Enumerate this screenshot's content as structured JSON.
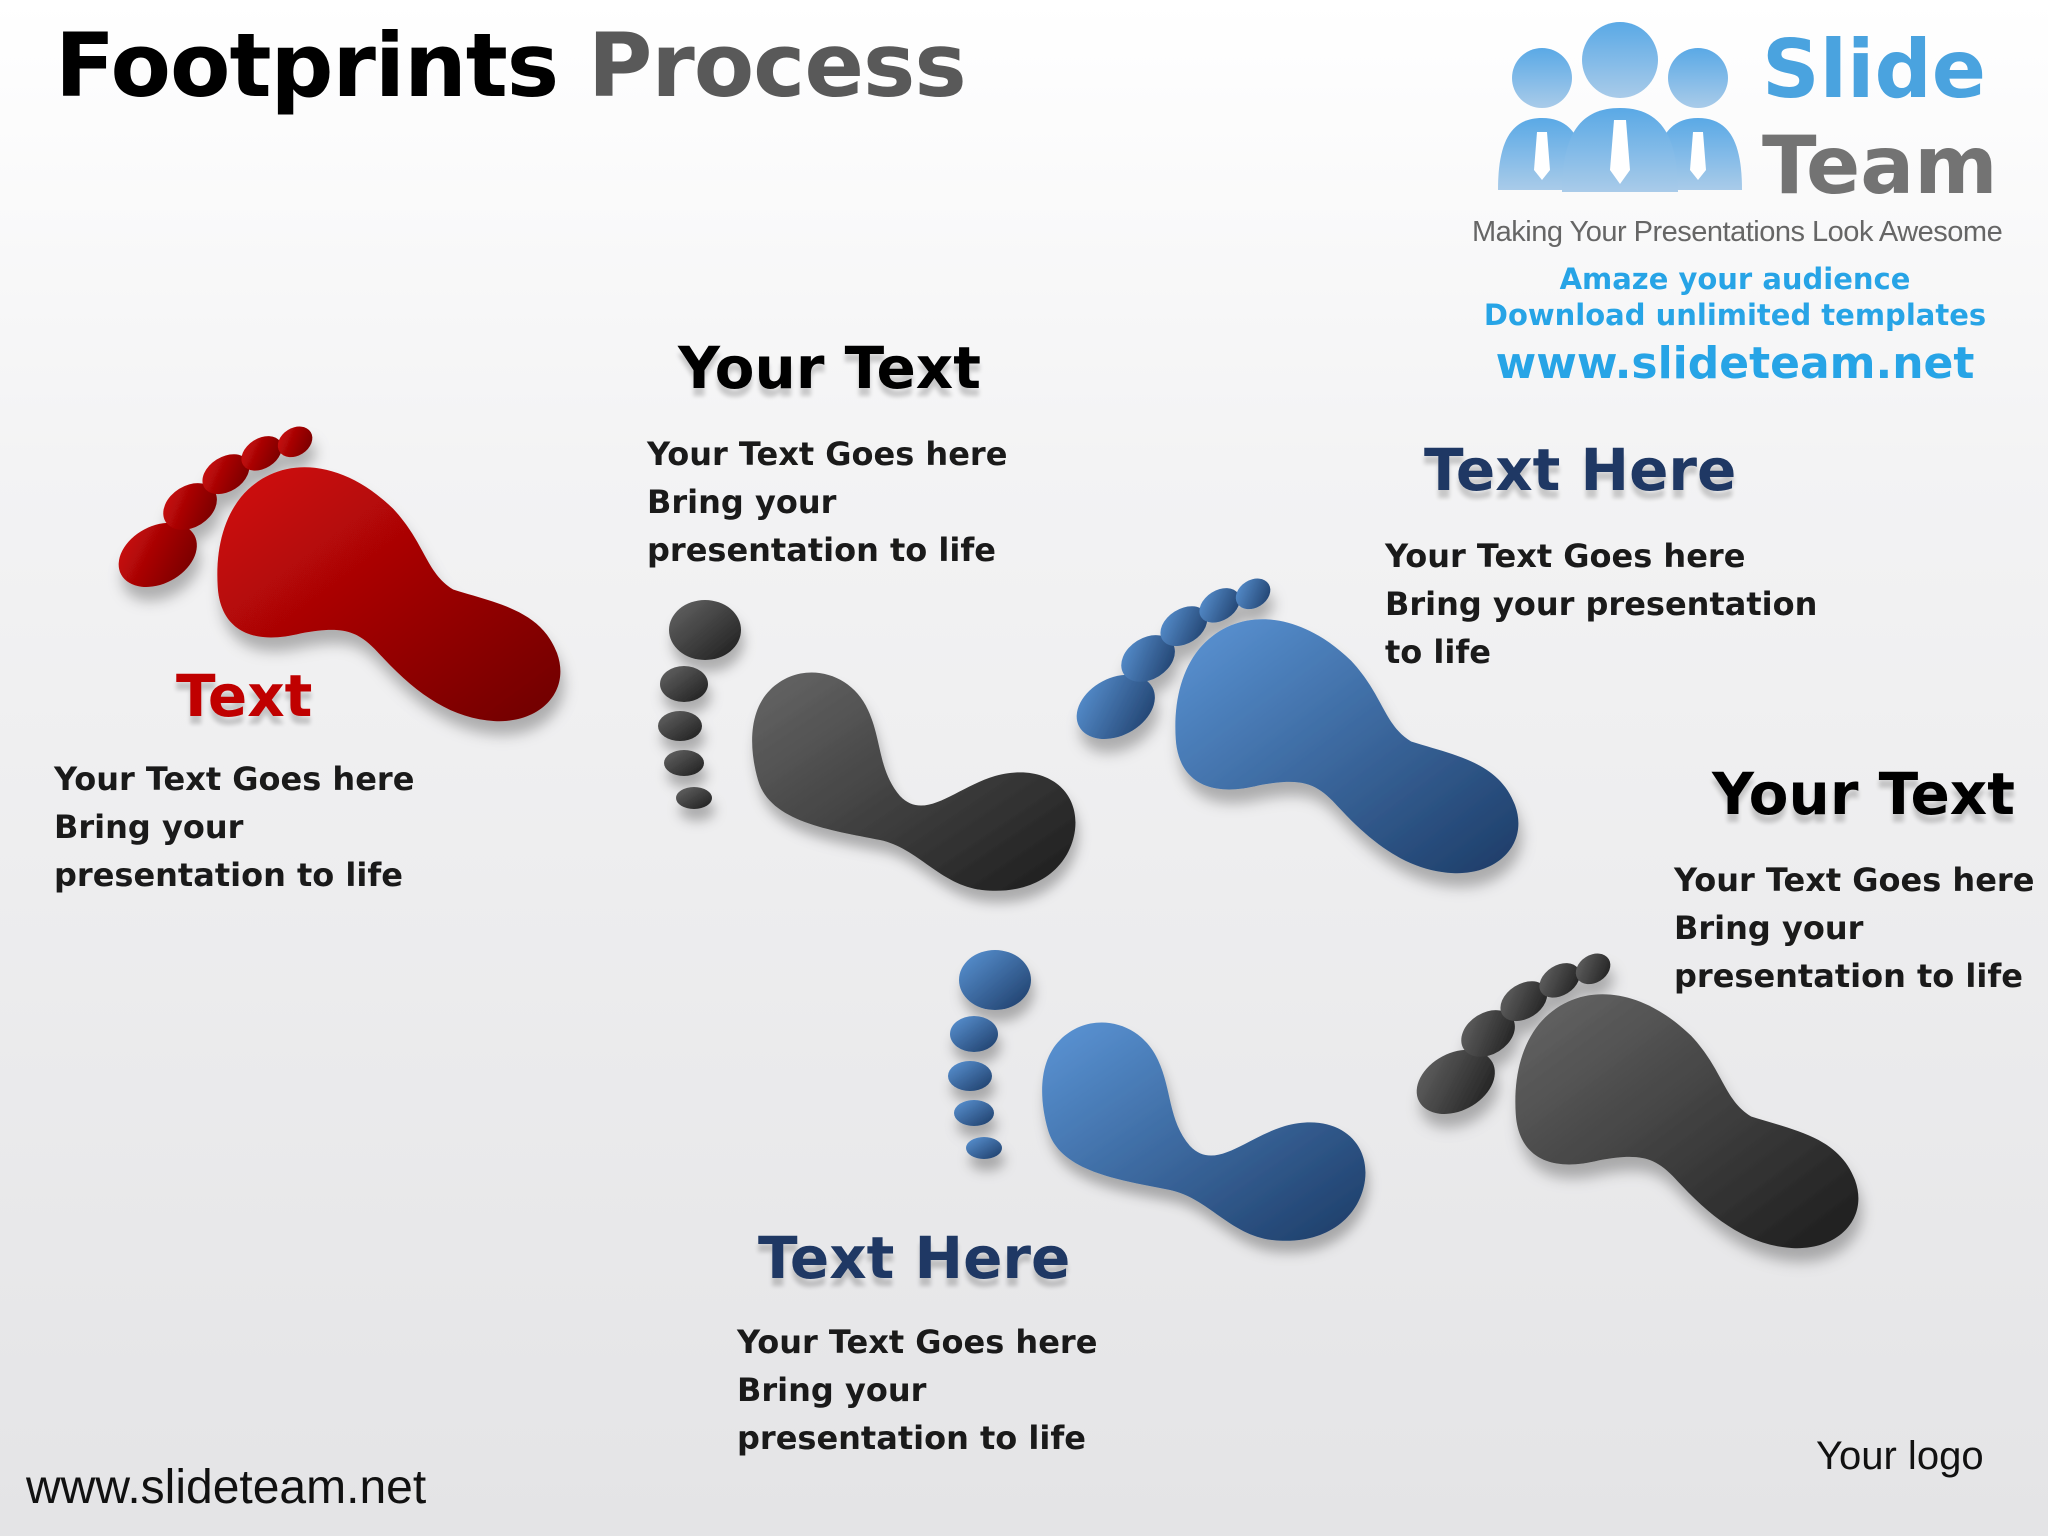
{
  "title": {
    "word1": "Footprints",
    "word2": "Process"
  },
  "brand": {
    "name_line1": "Slide",
    "name_line2": "Team",
    "tagline": "Making Your Presentations Look Awesome",
    "promo_line1": "Amaze your audience",
    "promo_line2": "Download unlimited templates",
    "url": "www.slideteam.net"
  },
  "steps": [
    {
      "heading": "Text",
      "color": "#c00000",
      "lines": [
        "Your Text Goes here",
        "Bring your",
        "presentation to life"
      ]
    },
    {
      "heading": "Your Text",
      "color": "#000000",
      "lines": [
        "Your Text Goes here",
        "Bring your",
        "presentation to life"
      ]
    },
    {
      "heading": "Text Here",
      "color": "#1f3864",
      "lines": [
        "Your Text Goes here",
        "Bring your",
        "presentation to life"
      ]
    },
    {
      "heading": "Text Here",
      "color": "#1f3864",
      "lines": [
        "Your Text Goes here",
        "Bring your presentation",
        "to life"
      ]
    },
    {
      "heading": "Your Text",
      "color": "#000000",
      "lines": [
        "Your Text Goes here",
        "Bring your",
        "presentation to life"
      ]
    }
  ],
  "footprint_colors": {
    "red": [
      "#d40a0a",
      "#6e0000"
    ],
    "gray": [
      "#666666",
      "#1c1c1c"
    ],
    "blue": [
      "#5b95d6",
      "#1c3b66"
    ]
  },
  "footer": {
    "url": "www.slideteam.net",
    "logo_placeholder": "Your logo"
  }
}
